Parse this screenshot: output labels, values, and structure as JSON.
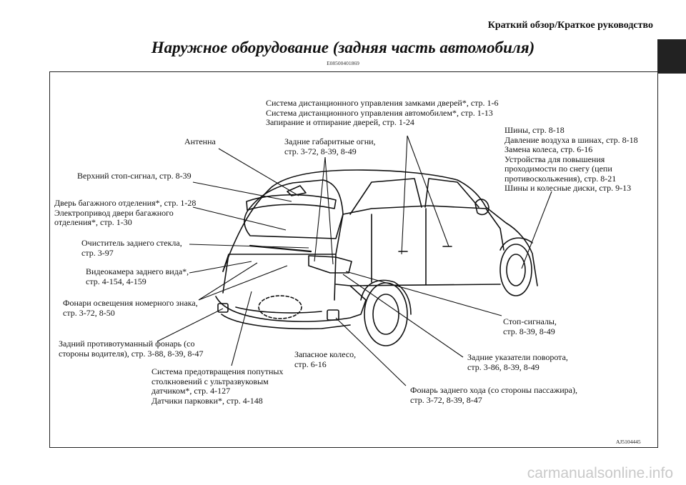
{
  "header": {
    "section": "Краткий обзор/Краткое руководство",
    "title": "Наружное оборудование (задняя часть автомобиля)",
    "code": "E08500401869"
  },
  "figure_id": "AJ5104445",
  "labels": {
    "remote_systems": "Система дистанционного управления замками дверей*, стр. 1-6\nСистема дистанционного управления автомобилем*, стр. 1-13\nЗапирание и отпирание дверей, стр. 1-24",
    "antenna": "Антенна",
    "rear_lights": "Задние габаритные огни,\nстр. 3-72, 8-39, 8-49",
    "tires": "Шины, стр. 8-18\nДавление воздуха в шинах, стр. 8-18\nЗамена колеса, стр. 6-16\nУстройства для повышения\nпроходимости по снегу (цепи\nпротивоскольжения), стр. 8-21\nШины и колесные диски, стр. 9-13",
    "upper_stop": "Верхний стоп-сигнал, стр. 8-39",
    "tailgate": "Дверь багажного отделения*, стр. 1-28\nЭлектропривод двери багажного\nотделения*, стр. 1-30",
    "wiper": "Очиститель заднего стекла,\nстр. 3-97",
    "camera": "Видеокамера заднего вида*,\nстр. 4-154, 4-159",
    "plate_lights": "Фонари освещения номерного знака,\nстр. 3-72, 8-50",
    "stop_lights": "Стоп-сигналы,\nстр. 8-39, 8-49",
    "fog_lamp": "Задний противотуманный фонарь (со\nстороны водителя), стр. 3-88, 8-39, 8-47",
    "spare_wheel": "Запасное колесо,\nстр. 6-16",
    "turn_signals": "Задние указатели поворота,\nстр. 3-86, 8-39, 8-49",
    "sonar": "Система предотвращения попутных\nстолкновений с ультразвуковым\nдатчиком*, стр. 4-127\nДатчики парковки*, стр. 4-148",
    "reverse_lamp": "Фонарь заднего хода (со стороны пассажира),\n стр. 3-72, 8-39, 8-47"
  },
  "watermark": "carmanualsonline.info"
}
